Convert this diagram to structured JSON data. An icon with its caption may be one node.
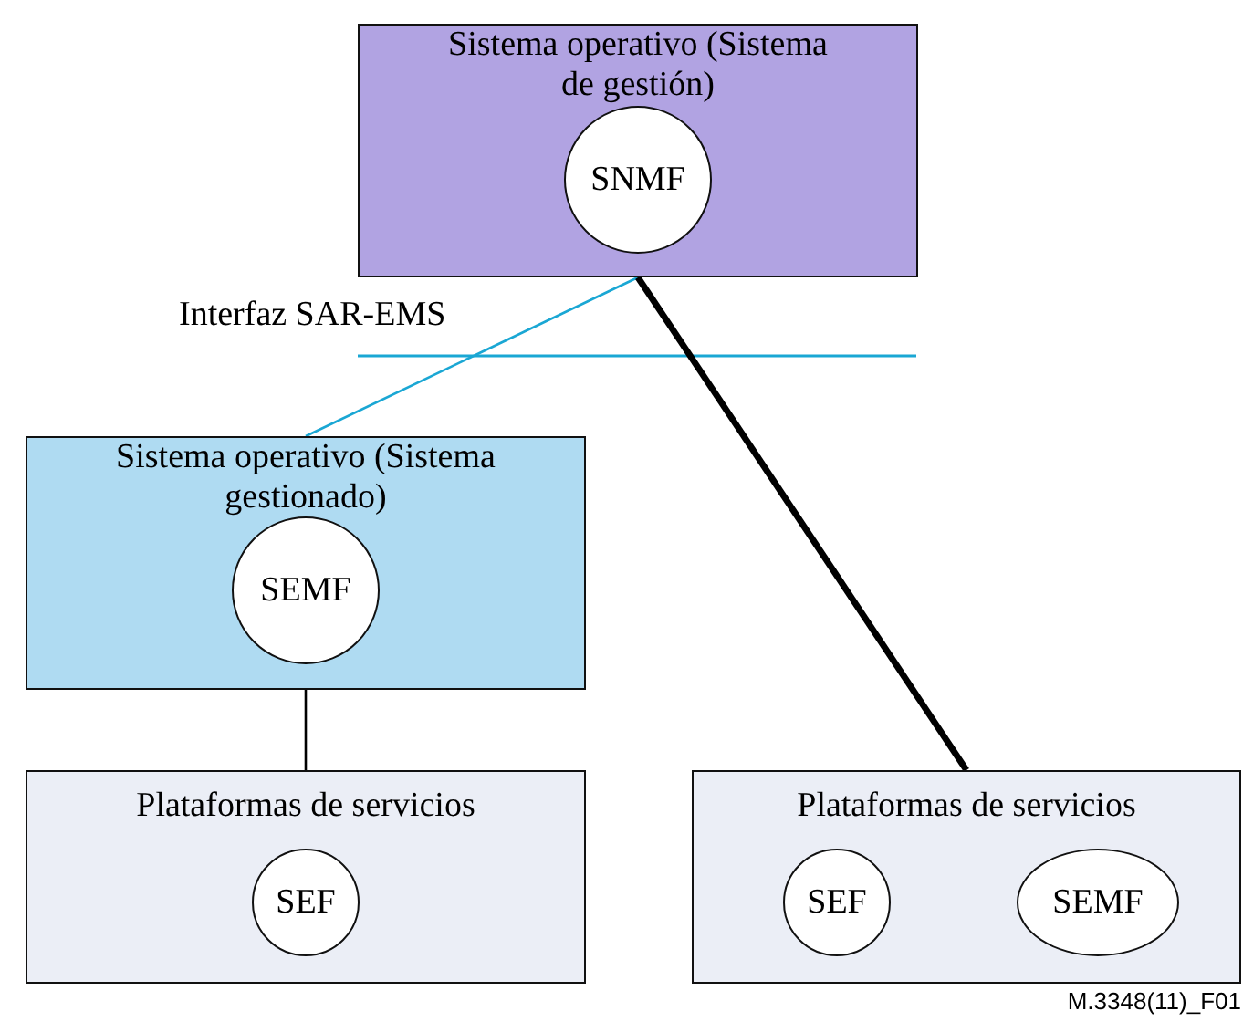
{
  "diagram": {
    "nodes": [
      {
        "text": [
          "Sistema operativo (Sistema de gestión)"
        ]
      },
      {
        "text": [
          "SNMF"
        ],
        "in": 0
      },
      {
        "text": [
          "Sistema operativo (Sistema gestionado)"
        ]
      },
      {
        "text": [
          "SEMF"
        ],
        "in": 2
      },
      {
        "text": [
          "Plataformas de servicios"
        ]
      },
      {
        "text": [
          "SEF"
        ],
        "in": 4
      },
      {
        "text": [
          "Plataformas de servicios"
        ]
      },
      {
        "text": [
          "SEF"
        ],
        "in": 6
      },
      {
        "text": [
          "SEMF"
        ],
        "in": 6
      }
    ],
    "edges": [
      {
        "from": 0,
        "to": 2,
        "arrow": "none",
        "color": "#1aa7d4"
      },
      {
        "from": 0,
        "to": 6,
        "arrow": "none",
        "style": "thick"
      },
      {
        "from": 2,
        "to": 4,
        "arrow": "none"
      }
    ],
    "labels": [
      "Interfaz SAR-EMS",
      "M.3348(11)_F01"
    ]
  }
}
